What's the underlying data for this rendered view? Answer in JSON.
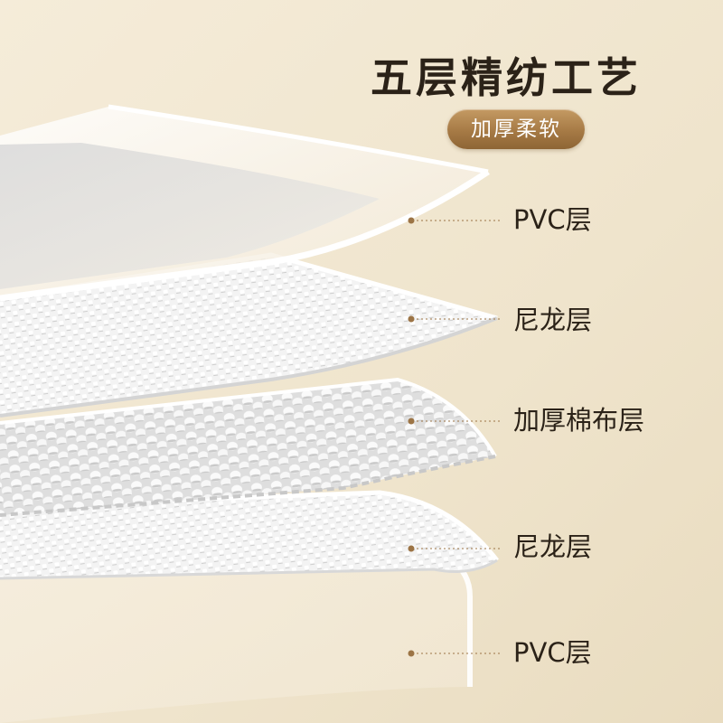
{
  "heading": {
    "title": "五层精纺工艺",
    "badge": "加厚柔软"
  },
  "layers": [
    {
      "label": "PVC层"
    },
    {
      "label": "尼龙层"
    },
    {
      "label": "加厚棉布层"
    },
    {
      "label": "尼龙层"
    },
    {
      "label": "PVC层"
    }
  ],
  "colors": {
    "background": "#efe4cd",
    "accent": "#a67a45",
    "text": "#2b2218",
    "leader_dot": "#9c7445"
  }
}
